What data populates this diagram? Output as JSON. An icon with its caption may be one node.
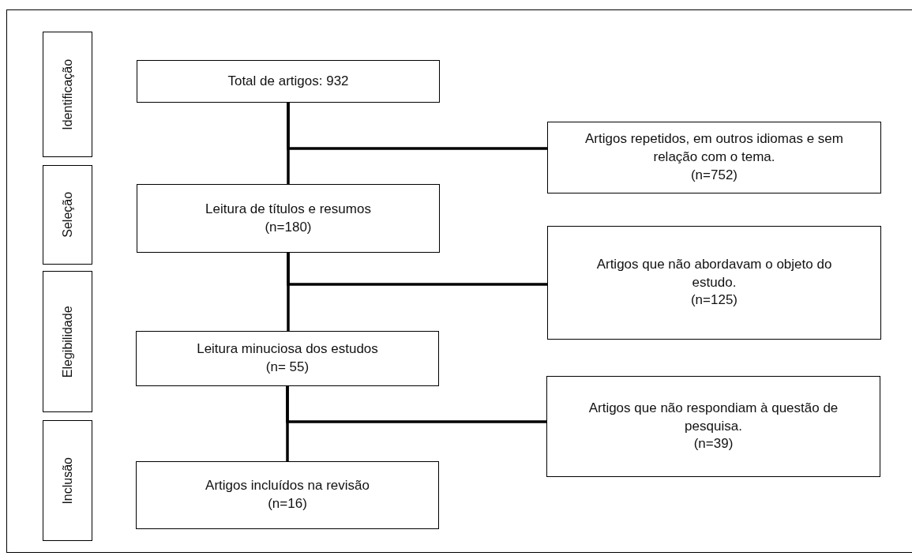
{
  "diagram": {
    "nodes": [
      {
        "text": [
          "Identificação"
        ]
      },
      {
        "text": [
          "Seleção"
        ]
      },
      {
        "text": [
          "Elegibilidade"
        ]
      },
      {
        "text": [
          "Inclusão"
        ]
      },
      {
        "text": [
          "Total de artigos: 932"
        ]
      },
      {
        "text": [
          "Artigos repetidos, em outros idiomas e sem relação com o tema.",
          "(n=752)"
        ]
      },
      {
        "text": [
          "Leitura de títulos e resumos",
          "(n=180)"
        ]
      },
      {
        "text": [
          "Artigos que não abordavam o objeto do estudo.",
          "(n=125)"
        ]
      },
      {
        "text": [
          "Leitura minuciosa dos estudos",
          "(n= 55)"
        ]
      },
      {
        "text": [
          "Artigos que não respondiam à questão de pesquisa.",
          "(n=39)"
        ]
      },
      {
        "text": [
          "Artigos incluídos na revisão",
          "(n=16)"
        ]
      }
    ],
    "edges": [
      {
        "from": 4,
        "to": 6,
        "arrow": "none"
      },
      {
        "from": 4,
        "to": 5,
        "arrow": "none"
      },
      {
        "from": 6,
        "to": 8,
        "arrow": "none"
      },
      {
        "from": 6,
        "to": 7,
        "arrow": "none"
      },
      {
        "from": 8,
        "to": 10,
        "arrow": "none"
      },
      {
        "from": 8,
        "to": 9,
        "arrow": "none"
      }
    ]
  }
}
